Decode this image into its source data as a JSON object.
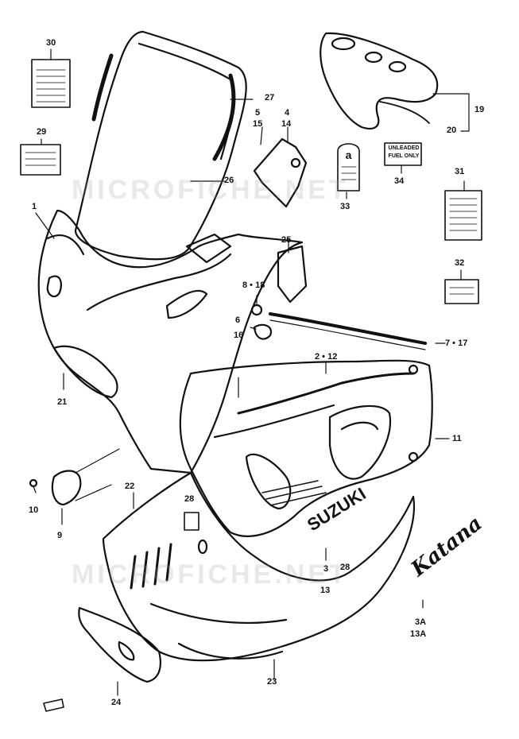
{
  "diagram": {
    "callouts": {
      "c1": "1",
      "c2_12": "2 • 12",
      "c3": "3",
      "c13": "13",
      "c3a": "3A",
      "c13a": "13A",
      "c4": "4",
      "c14": "14",
      "c5": "5",
      "c15": "15",
      "c6": "6",
      "c16": "16",
      "c7_17": "7 • 17",
      "c8_18": "8 • 18",
      "c9": "9",
      "c10": "10",
      "c11": "11",
      "c19": "19",
      "c20": "20",
      "c21": "21",
      "c22": "22",
      "c23": "23",
      "c24": "24",
      "c25": "25",
      "c26": "26",
      "c27": "27",
      "c28a": "28",
      "c28b": "28",
      "c29": "29",
      "c30": "30",
      "c31": "31",
      "c32": "32",
      "c33": "33",
      "c34": "34"
    },
    "decals": {
      "fuel_line1": "UNLEADED",
      "fuel_line2": "FUEL ONLY",
      "brand_text": "SUZUKI",
      "model_script": "Katana",
      "badge_letter": "a"
    },
    "watermarks": {
      "top": "MICROFICHE.NET",
      "bottom": "MICROFICHE.NET"
    },
    "colors": {
      "ink": "#111111",
      "watermark": "#9a9a9a"
    }
  }
}
